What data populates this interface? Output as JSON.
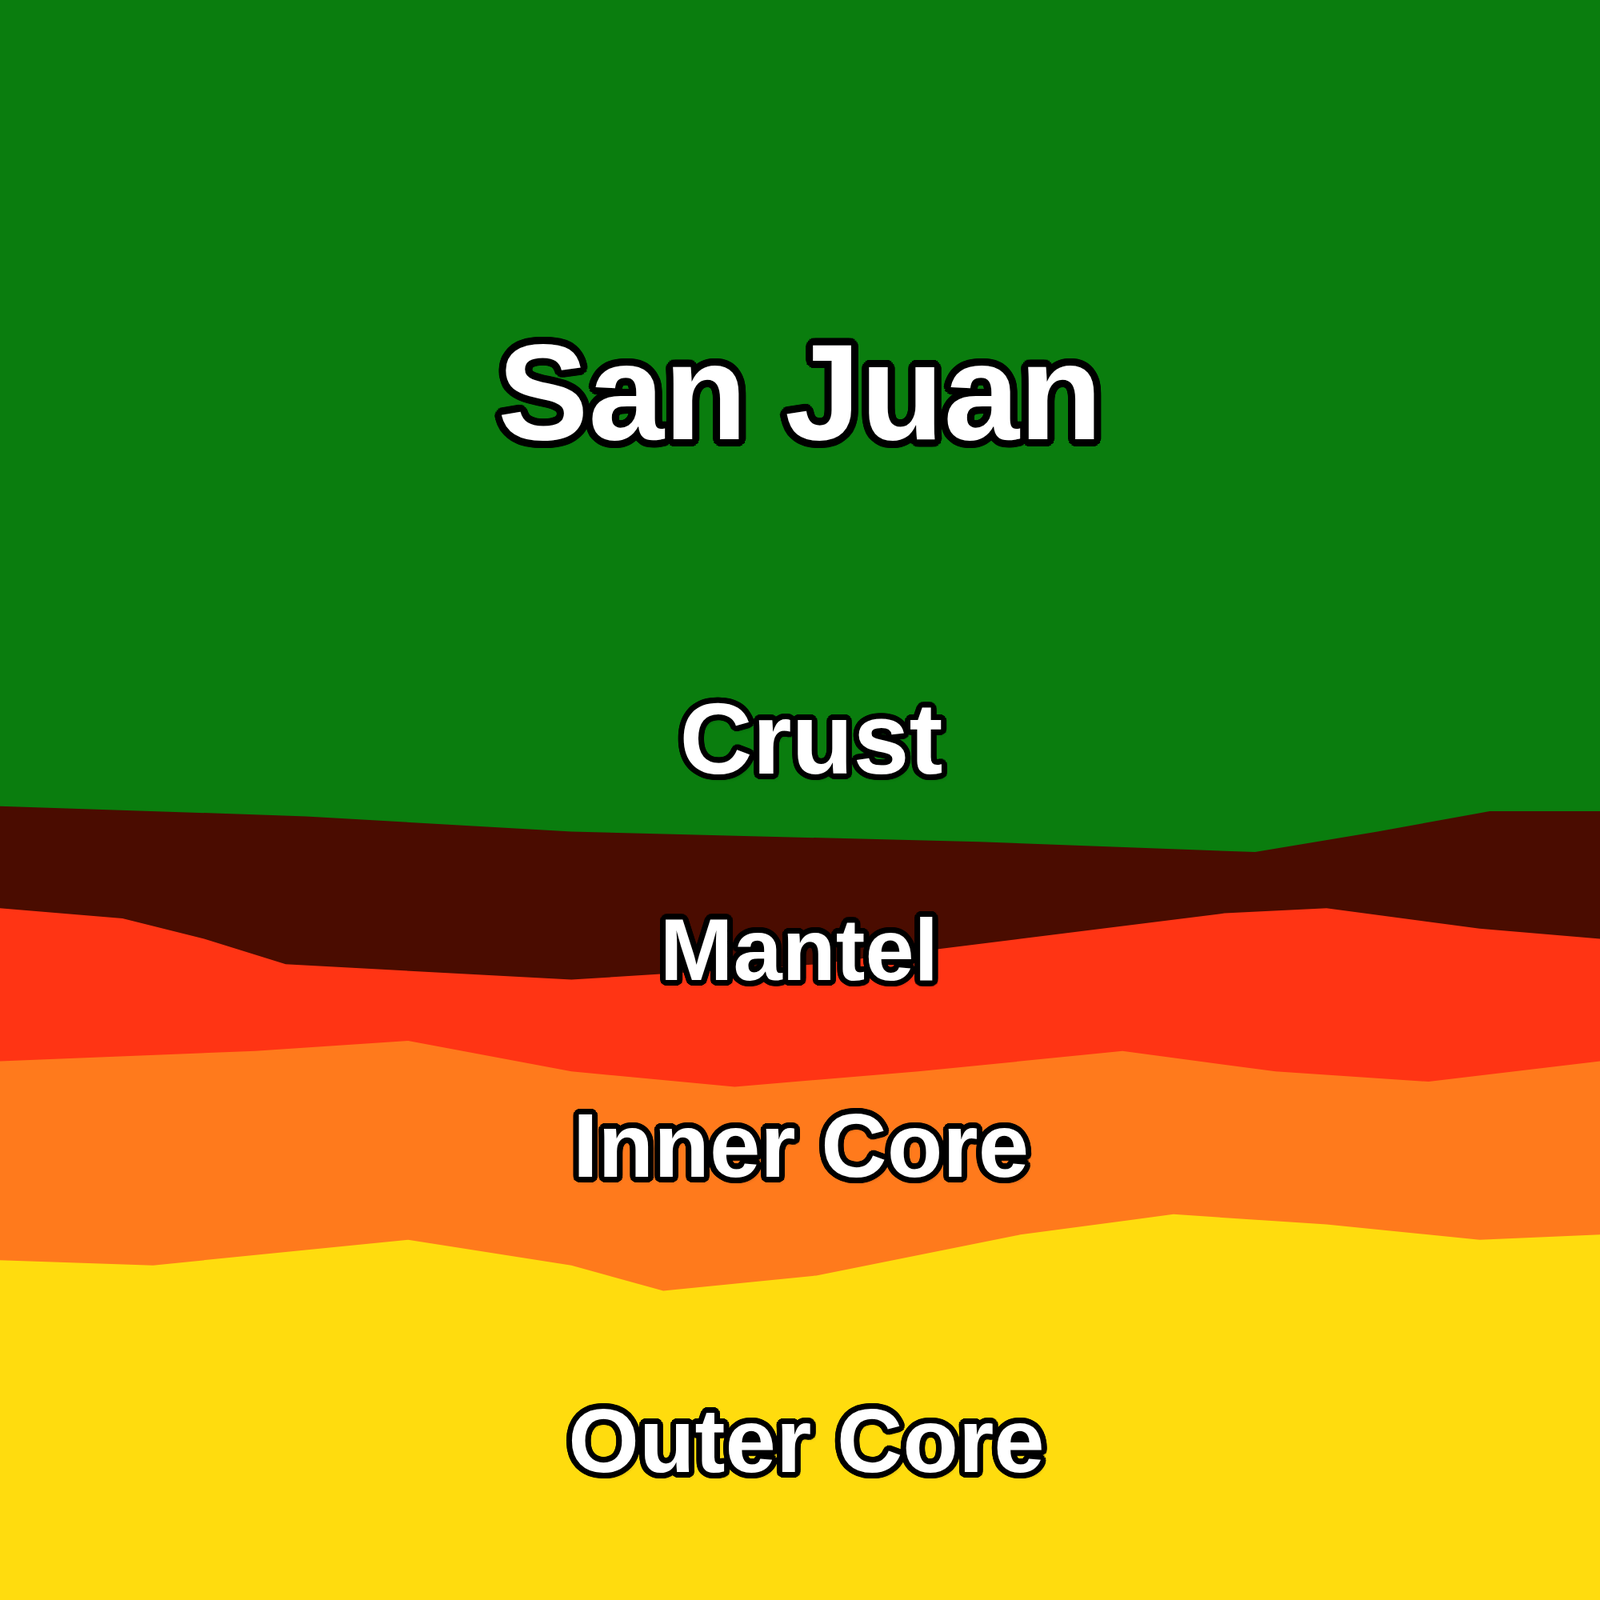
{
  "diagram": {
    "title": "San Juan",
    "nodes": [
      {
        "text": [
          "Crust"
        ]
      },
      {
        "text": [
          "Mantel"
        ]
      },
      {
        "text": [
          "Inner Core"
        ]
      },
      {
        "text": [
          "Outer Core"
        ]
      }
    ]
  }
}
